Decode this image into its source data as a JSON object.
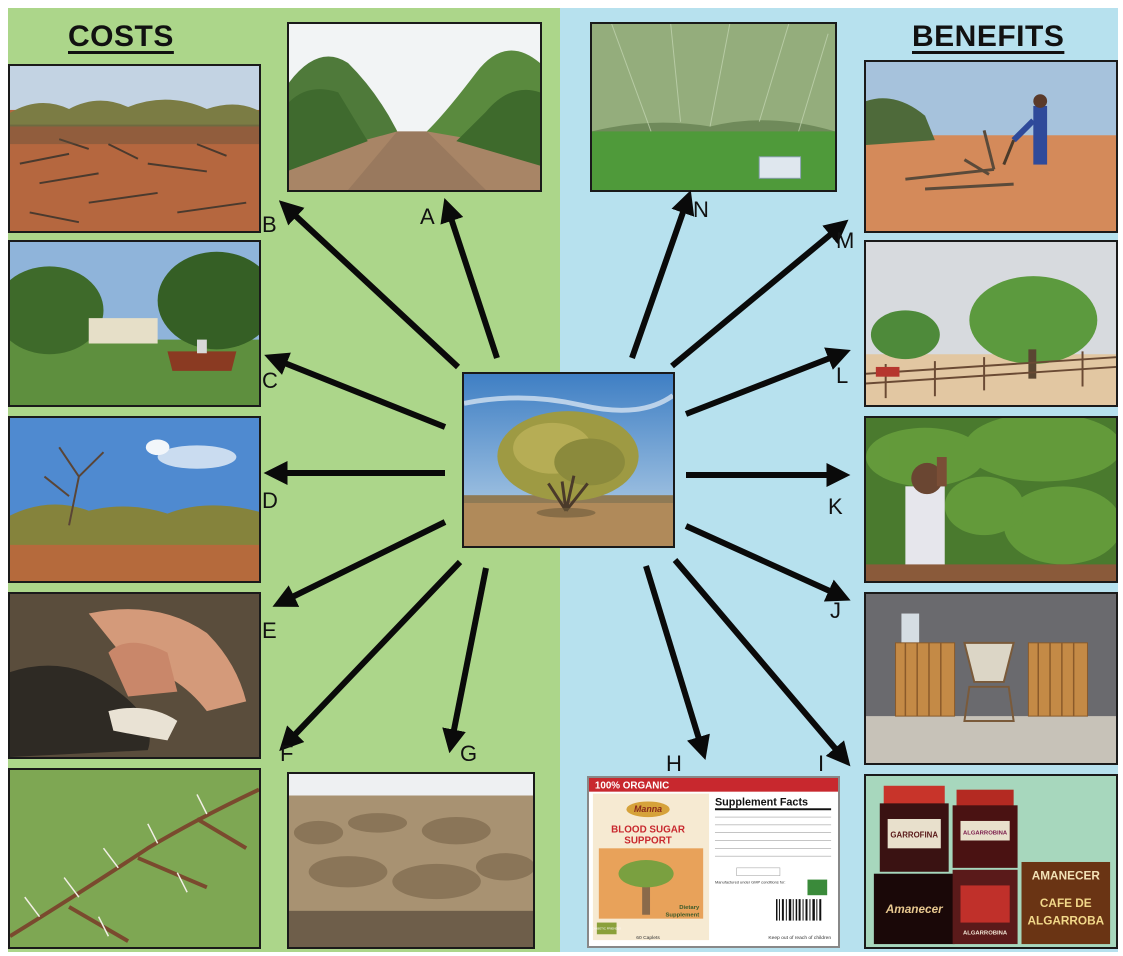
{
  "headings": {
    "costs": "COSTS",
    "benefits": "BENEFITS"
  },
  "labels": {
    "A": "A",
    "B": "B",
    "C": "C",
    "D": "D",
    "E": "E",
    "F": "F",
    "G": "G",
    "H": "H",
    "I": "I",
    "J": "J",
    "K": "K",
    "L": "L",
    "M": "M",
    "N": "N"
  },
  "supplement": {
    "banner": "100% ORGANIC",
    "brand": "Manna",
    "product_line1": "BLOOD SUGAR",
    "product_line2": "SUPPORT",
    "facts_title": "Supplement Facts",
    "dietary_line1": "Dietary",
    "dietary_line2": "Supplement",
    "count": "60 Caplets",
    "warning": "Keep out of reach of children",
    "manufactured": "Manufactured under GMP conditions for:",
    "diabetic": "DIABETIC FRIENDLY"
  },
  "products": {
    "jar1_label": "GARROFINA",
    "jar2_label": "ALGARROBINA",
    "jar3_label": "ALGARROBINA",
    "bottle_label": "Amanecer",
    "pack_top": "AMANECER",
    "pack_line1": "CAFE DE",
    "pack_line2": "ALGARROBA"
  },
  "colors": {
    "costs_bg": "#acd68a",
    "benefits_bg": "#b7e1ee",
    "arrow": "#0a0a0a",
    "supplement_red": "#c8282e"
  }
}
